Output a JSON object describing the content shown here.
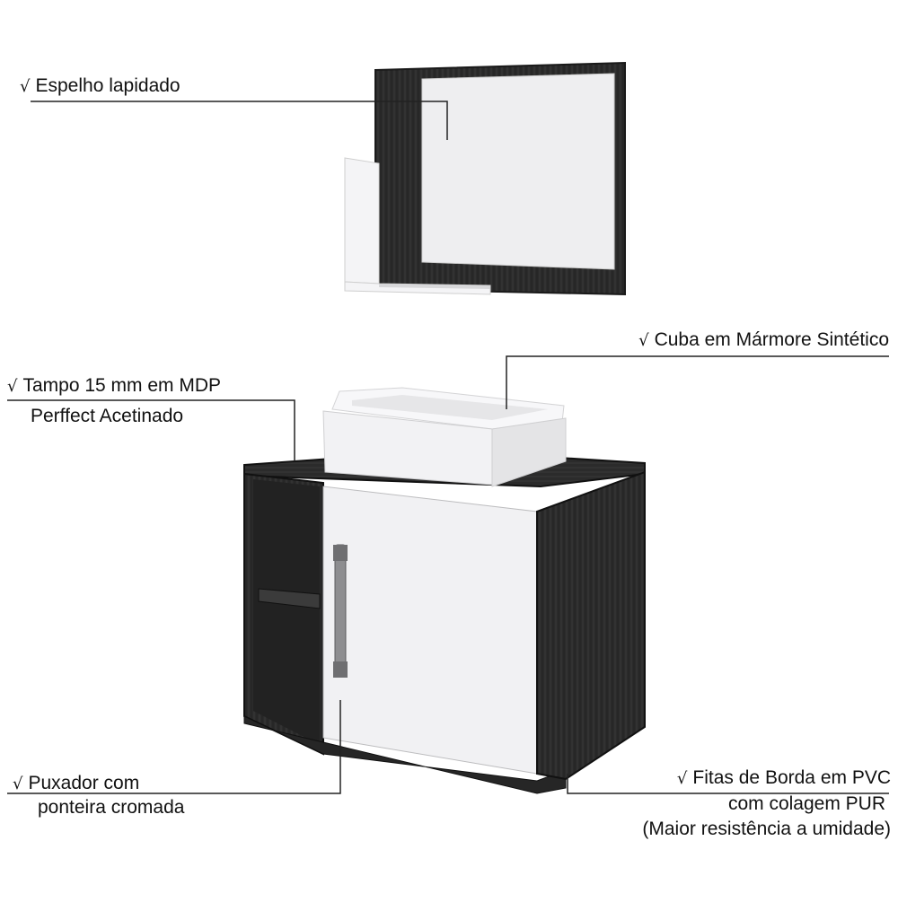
{
  "colors": {
    "dark_wood": "#2a2a2a",
    "dark_wood_light": "#3d3d3d",
    "white_panel": "#f2f2f4",
    "mirror": "#ededef",
    "handle": "#8a8a8a",
    "leader_line": "#222222"
  },
  "check_glyph": "√",
  "features": {
    "mirror": {
      "text": "Espelho lapidado"
    },
    "basin": {
      "text": "Cuba em Mármore Sintético"
    },
    "top": {
      "line1": "Tampo 15 mm em MDP",
      "line2": "Perffect Acetinado"
    },
    "handle": {
      "line1": "Puxador com",
      "line2": "ponteira cromada"
    },
    "edges": {
      "line1": "Fitas de Borda em PVC",
      "line2": "com colagem PUR",
      "line3": "(Maior resistência a umidade)"
    }
  }
}
